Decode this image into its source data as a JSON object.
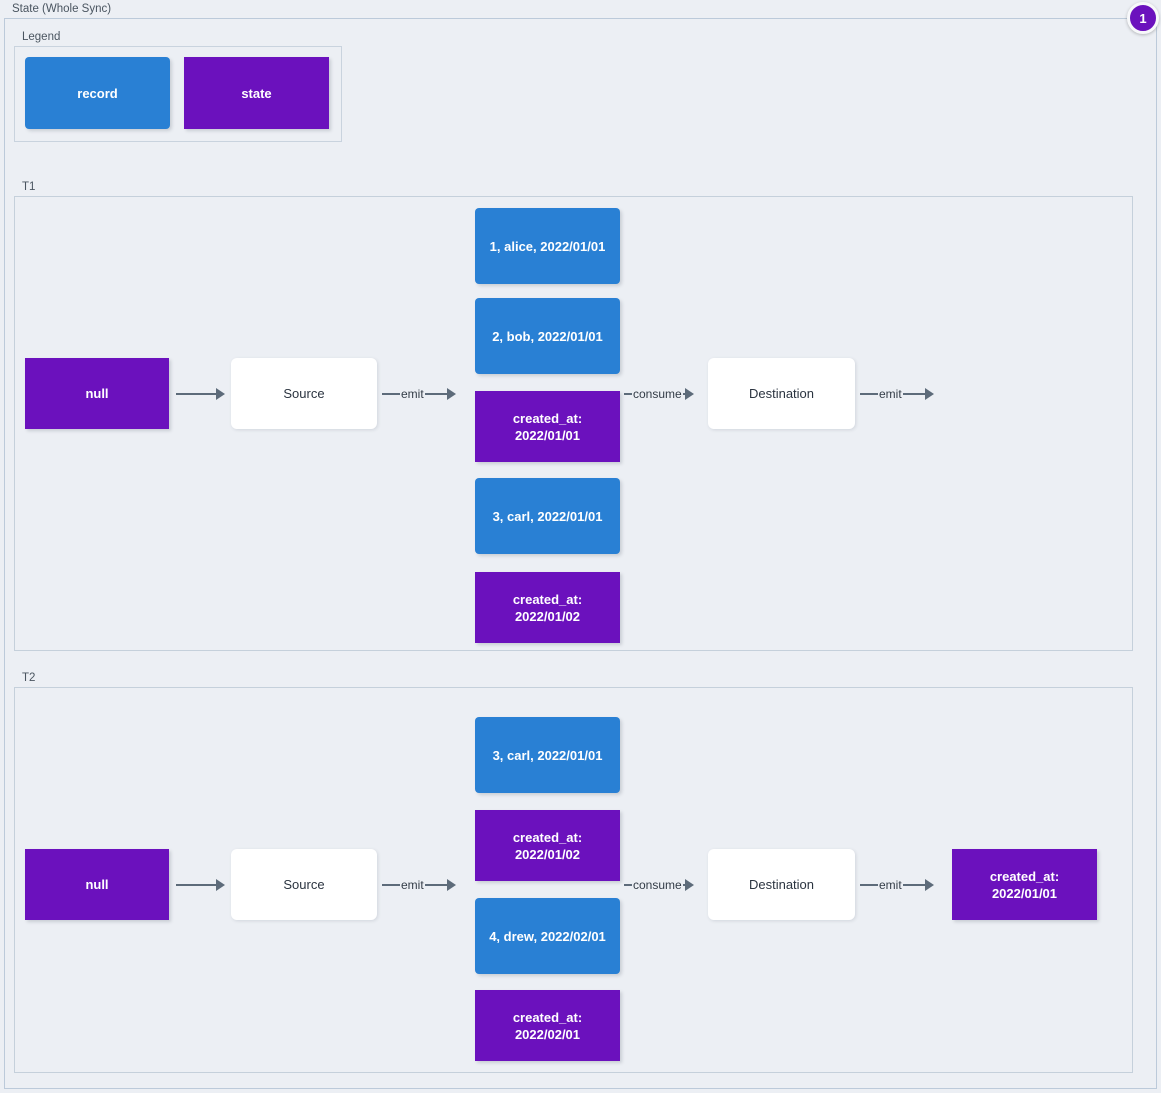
{
  "diagram": {
    "title": "State (Whole Sync)",
    "badge": "1",
    "accent_record": "#2980d4",
    "accent_state": "#6b11bd",
    "background": "#eceff4",
    "edge_color": "#5d6b7a"
  },
  "legend": {
    "title": "Legend",
    "items": [
      {
        "label": "record",
        "kind": "record"
      },
      {
        "label": "state",
        "kind": "state"
      }
    ]
  },
  "t1": {
    "title": "T1",
    "state_in": "null",
    "source": "Source",
    "destination": "Destination",
    "edges": {
      "state_to_source": "",
      "source_emit": "emit",
      "consume": "consume",
      "dest_emit": "emit"
    },
    "stream": [
      {
        "kind": "record",
        "label": "1, alice, 2022/01/01"
      },
      {
        "kind": "record",
        "label": "2, bob, 2022/01/01"
      },
      {
        "kind": "state",
        "label": "created_at:\n2022/01/01"
      },
      {
        "kind": "record",
        "label": "3, carl, 2022/01/01"
      },
      {
        "kind": "state",
        "label": "created_at:\n2022/01/02"
      }
    ],
    "state_out": null
  },
  "t2": {
    "title": "T2",
    "state_in": "null",
    "source": "Source",
    "destination": "Destination",
    "edges": {
      "state_to_source": "",
      "source_emit": "emit",
      "consume": "consume",
      "dest_emit": "emit"
    },
    "stream": [
      {
        "kind": "record",
        "label": "3, carl, 2022/01/01"
      },
      {
        "kind": "state",
        "label": "created_at:\n2022/01/02"
      },
      {
        "kind": "record",
        "label": "4, drew, 2022/02/01"
      },
      {
        "kind": "state",
        "label": "created_at:\n2022/02/01"
      }
    ],
    "state_out": "created_at:\n2022/01/01"
  }
}
